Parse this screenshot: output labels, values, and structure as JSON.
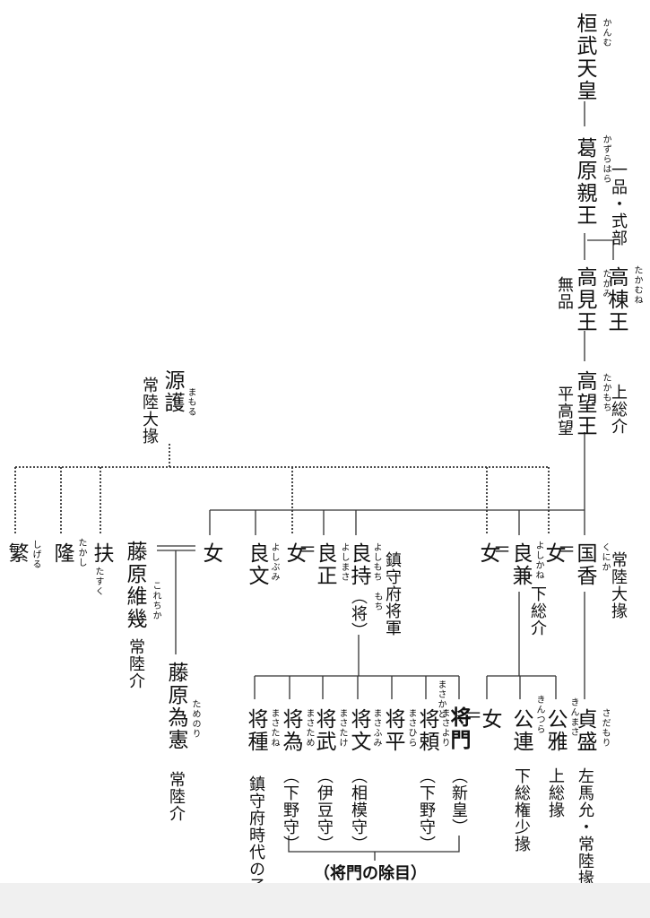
{
  "people": [
    {
      "id": "kanmu",
      "name": "桓武天皇",
      "ruby": "かんむ"
    },
    {
      "id": "kazurahara",
      "name": "葛原親王",
      "ruby": "かずらはら",
      "title": "一品・式部"
    },
    {
      "id": "takami",
      "name": "高見王",
      "ruby": "たかみ",
      "title": "無品"
    },
    {
      "id": "takamune",
      "name": "高棟王",
      "ruby": "たかむね"
    },
    {
      "id": "takamochi",
      "name": "高望王",
      "ruby": "たかもち",
      "title": "上総介",
      "title2": "平高望"
    },
    {
      "id": "mamoru",
      "name": "源護",
      "ruby": "まもる",
      "title": "常陸大掾"
    },
    {
      "id": "shigeru",
      "name": "繁",
      "ruby": "しげる"
    },
    {
      "id": "takashi",
      "name": "隆",
      "ruby": "たかし"
    },
    {
      "id": "tasuku",
      "name": "扶",
      "ruby": "たすく"
    },
    {
      "id": "koreyasu",
      "name": "藤原維幾",
      "ruby": "これちか",
      "title": "常陸介"
    },
    {
      "id": "tamenori",
      "name": "藤原為憲",
      "ruby": "ためのり",
      "title": "常陸介"
    },
    {
      "id": "onna1",
      "name": "女"
    },
    {
      "id": "yoshibumi",
      "name": "良文",
      "ruby": "よしぶみ"
    },
    {
      "id": "onna2",
      "name": "女"
    },
    {
      "id": "yoshimasa",
      "name": "良正",
      "ruby": "よしまさ"
    },
    {
      "id": "yoshimochi",
      "name": "良持",
      "ruby": "よしもち",
      "alt": "（将）",
      "alt_ruby": "もち",
      "title": "鎮守府将軍"
    },
    {
      "id": "onna3",
      "name": "女"
    },
    {
      "id": "yoshikane",
      "name": "良兼",
      "ruby": "よしかね",
      "title": "下総介"
    },
    {
      "id": "onna4",
      "name": "女"
    },
    {
      "id": "kunika",
      "name": "国香",
      "ruby": "くにか",
      "title": "常陸大掾"
    },
    {
      "id": "masatane",
      "name": "将種",
      "ruby": "まさたね",
      "title": "鎮守府時代の子"
    },
    {
      "id": "masatame",
      "name": "将為",
      "ruby": "まさため",
      "title": "（下野守）"
    },
    {
      "id": "masatake",
      "name": "将武",
      "ruby": "まさたけ",
      "title": "（伊豆守）"
    },
    {
      "id": "masafumi",
      "name": "将文",
      "ruby": "まさふみ",
      "title": "（相模守）"
    },
    {
      "id": "masahira",
      "name": "将平",
      "ruby": "まさひら"
    },
    {
      "id": "masayori",
      "name": "将頼",
      "ruby": "まさより",
      "title": "（下野守）"
    },
    {
      "id": "masakado",
      "name": "将門",
      "ruby": "まさかど",
      "title": "（新皇）"
    },
    {
      "id": "onna5",
      "name": "女"
    },
    {
      "id": "kinmasa",
      "name": "公雅",
      "ruby": "きんまさ",
      "title": "上総掾"
    },
    {
      "id": "kintsura",
      "name": "公連",
      "ruby": "きんつら",
      "title": "下総権少掾"
    },
    {
      "id": "sadamori",
      "name": "貞盛",
      "ruby": "さだもり",
      "title": "左馬允・常陸掾"
    }
  ],
  "symbols": {
    "dash": "—",
    "equal": "＝"
  },
  "caption": "（将門の除目）"
}
